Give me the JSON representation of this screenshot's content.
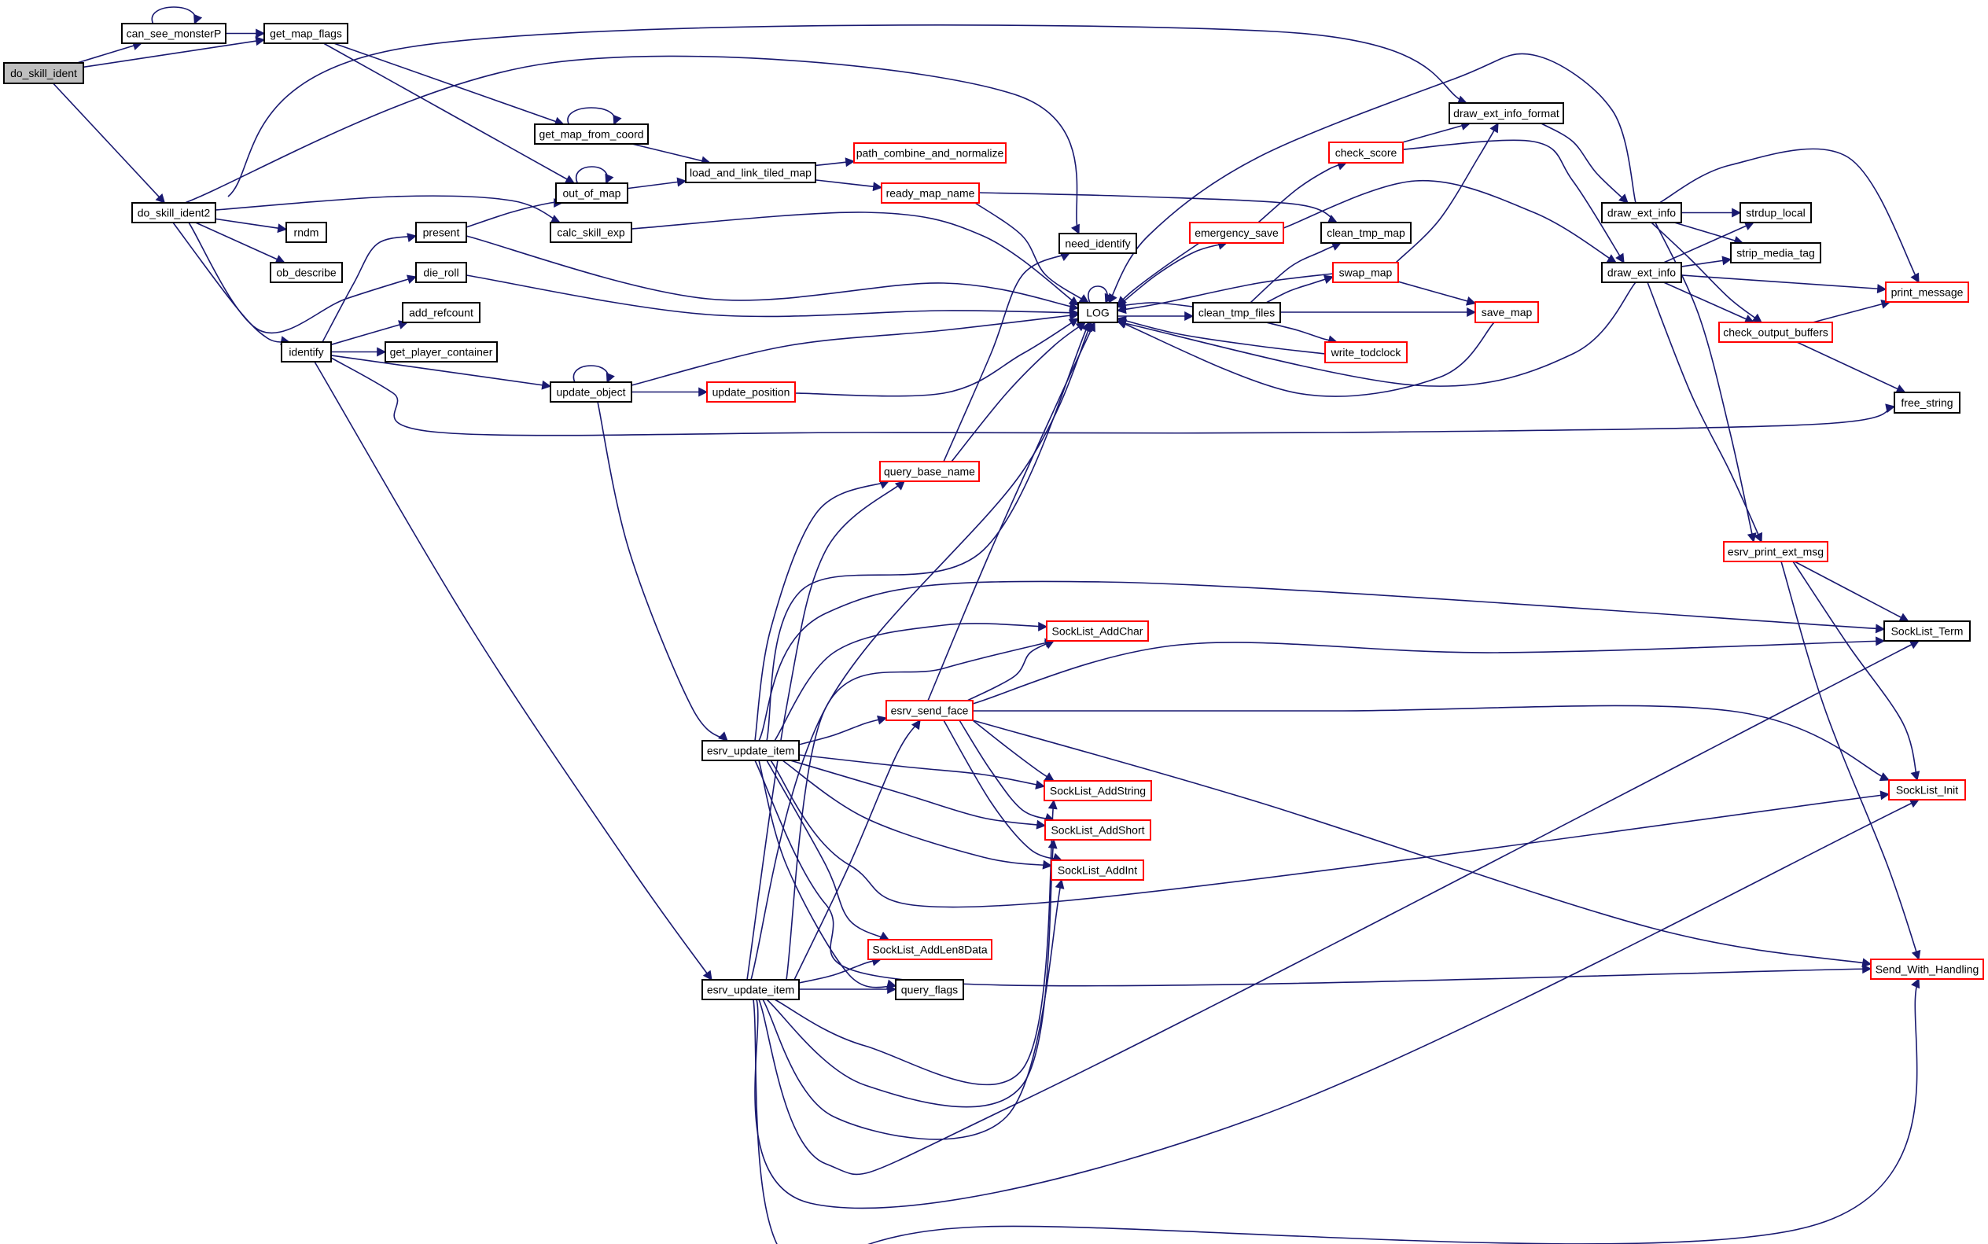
{
  "title": "do_skill_ident call graph",
  "colors": {
    "edge": "#191970",
    "node_border": "#000000",
    "node_border_truncated": "#ff0000",
    "root_fill": "#bfbfbf",
    "node_fill": "#ffffff"
  },
  "nodes": [
    {
      "id": "do_skill_ident",
      "label": "do_skill_ident",
      "root": true
    },
    {
      "id": "can_see_monsterP",
      "label": "can_see_monsterP"
    },
    {
      "id": "get_map_flags",
      "label": "get_map_flags"
    },
    {
      "id": "do_skill_ident2",
      "label": "do_skill_ident2"
    },
    {
      "id": "get_map_from_coord",
      "label": "get_map_from_coord"
    },
    {
      "id": "out_of_map",
      "label": "out_of_map"
    },
    {
      "id": "load_and_link_tiled_map",
      "label": "load_and_link_tiled_map"
    },
    {
      "id": "path_combine_and_normalize",
      "label": "path_combine_and_normalize",
      "truncated": true
    },
    {
      "id": "ready_map_name",
      "label": "ready_map_name",
      "truncated": true
    },
    {
      "id": "rndm",
      "label": "rndm"
    },
    {
      "id": "ob_describe",
      "label": "ob_describe"
    },
    {
      "id": "present",
      "label": "present"
    },
    {
      "id": "die_roll",
      "label": "die_roll"
    },
    {
      "id": "calc_skill_exp",
      "label": "calc_skill_exp"
    },
    {
      "id": "add_refcount",
      "label": "add_refcount"
    },
    {
      "id": "identify",
      "label": "identify"
    },
    {
      "id": "get_player_container",
      "label": "get_player_container"
    },
    {
      "id": "update_object",
      "label": "update_object"
    },
    {
      "id": "update_position",
      "label": "update_position",
      "truncated": true
    },
    {
      "id": "need_identify",
      "label": "need_identify"
    },
    {
      "id": "LOG",
      "label": "LOG"
    },
    {
      "id": "emergency_save",
      "label": "emergency_save",
      "truncated": true
    },
    {
      "id": "clean_tmp_files",
      "label": "clean_tmp_files"
    },
    {
      "id": "check_score",
      "label": "check_score",
      "truncated": true
    },
    {
      "id": "clean_tmp_map",
      "label": "clean_tmp_map"
    },
    {
      "id": "swap_map",
      "label": "swap_map",
      "truncated": true
    },
    {
      "id": "save_map",
      "label": "save_map",
      "truncated": true
    },
    {
      "id": "write_todclock",
      "label": "write_todclock",
      "truncated": true
    },
    {
      "id": "draw_ext_info_format",
      "label": "draw_ext_info_format"
    },
    {
      "id": "draw_ext_info_a",
      "label": "draw_ext_info"
    },
    {
      "id": "draw_ext_info_b",
      "label": "draw_ext_info"
    },
    {
      "id": "strdup_local",
      "label": "strdup_local"
    },
    {
      "id": "strip_media_tag",
      "label": "strip_media_tag"
    },
    {
      "id": "print_message",
      "label": "print_message",
      "truncated": true
    },
    {
      "id": "check_output_buffers",
      "label": "check_output_buffers",
      "truncated": true
    },
    {
      "id": "free_string",
      "label": "free_string"
    },
    {
      "id": "query_base_name",
      "label": "query_base_name",
      "truncated": true
    },
    {
      "id": "esrv_print_ext_msg",
      "label": "esrv_print_ext_msg",
      "truncated": true
    },
    {
      "id": "SockList_AddChar",
      "label": "SockList_AddChar",
      "truncated": true
    },
    {
      "id": "SockList_Term",
      "label": "SockList_Term"
    },
    {
      "id": "esrv_send_face",
      "label": "esrv_send_face",
      "truncated": true
    },
    {
      "id": "esrv_update_item_a",
      "label": "esrv_update_item"
    },
    {
      "id": "SockList_AddString",
      "label": "SockList_AddString",
      "truncated": true
    },
    {
      "id": "SockList_AddShort",
      "label": "SockList_AddShort",
      "truncated": true
    },
    {
      "id": "SockList_AddInt",
      "label": "SockList_AddInt",
      "truncated": true
    },
    {
      "id": "SockList_Init",
      "label": "SockList_Init",
      "truncated": true
    },
    {
      "id": "SockList_AddLen8Data",
      "label": "SockList_AddLen8Data",
      "truncated": true
    },
    {
      "id": "esrv_update_item_b",
      "label": "esrv_update_item"
    },
    {
      "id": "query_flags",
      "label": "query_flags"
    },
    {
      "id": "Send_With_Handling",
      "label": "Send_With_Handling",
      "truncated": true
    }
  ],
  "edges": [
    [
      "do_skill_ident",
      "can_see_monsterP"
    ],
    [
      "do_skill_ident",
      "get_map_flags"
    ],
    [
      "do_skill_ident",
      "do_skill_ident2"
    ],
    [
      "can_see_monsterP",
      "can_see_monsterP"
    ],
    [
      "can_see_monsterP",
      "get_map_flags"
    ],
    [
      "get_map_flags",
      "get_map_from_coord"
    ],
    [
      "get_map_flags",
      "out_of_map"
    ],
    [
      "get_map_from_coord",
      "get_map_from_coord"
    ],
    [
      "get_map_from_coord",
      "load_and_link_tiled_map"
    ],
    [
      "out_of_map",
      "out_of_map"
    ],
    [
      "out_of_map",
      "load_and_link_tiled_map"
    ],
    [
      "load_and_link_tiled_map",
      "path_combine_and_normalize"
    ],
    [
      "load_and_link_tiled_map",
      "ready_map_name"
    ],
    [
      "ready_map_name",
      "LOG"
    ],
    [
      "ready_map_name",
      "clean_tmp_map"
    ],
    [
      "do_skill_ident2",
      "draw_ext_info_format"
    ],
    [
      "do_skill_ident2",
      "need_identify"
    ],
    [
      "do_skill_ident2",
      "calc_skill_exp"
    ],
    [
      "do_skill_ident2",
      "rndm"
    ],
    [
      "do_skill_ident2",
      "ob_describe"
    ],
    [
      "do_skill_ident2",
      "die_roll"
    ],
    [
      "do_skill_ident2",
      "identify"
    ],
    [
      "present",
      "out_of_map"
    ],
    [
      "present",
      "LOG"
    ],
    [
      "die_roll",
      "LOG"
    ],
    [
      "calc_skill_exp",
      "LOG"
    ],
    [
      "identify",
      "present"
    ],
    [
      "identify",
      "add_refcount"
    ],
    [
      "identify",
      "get_player_container"
    ],
    [
      "identify",
      "update_object"
    ],
    [
      "identify",
      "free_string"
    ],
    [
      "identify",
      "esrv_update_item_b"
    ],
    [
      "update_object",
      "update_object"
    ],
    [
      "update_object",
      "update_position"
    ],
    [
      "update_object",
      "LOG"
    ],
    [
      "update_object",
      "esrv_update_item_a"
    ],
    [
      "update_position",
      "LOG"
    ],
    [
      "LOG",
      "LOG"
    ],
    [
      "LOG",
      "emergency_save"
    ],
    [
      "LOG",
      "clean_tmp_files"
    ],
    [
      "emergency_save",
      "LOG"
    ],
    [
      "emergency_save",
      "check_score"
    ],
    [
      "emergency_save",
      "draw_ext_info_b"
    ],
    [
      "clean_tmp_files",
      "LOG"
    ],
    [
      "clean_tmp_files",
      "clean_tmp_map"
    ],
    [
      "clean_tmp_files",
      "swap_map"
    ],
    [
      "clean_tmp_files",
      "save_map"
    ],
    [
      "clean_tmp_files",
      "write_todclock"
    ],
    [
      "check_score",
      "draw_ext_info_format"
    ],
    [
      "check_score",
      "draw_ext_info_b"
    ],
    [
      "swap_map",
      "LOG"
    ],
    [
      "swap_map",
      "save_map"
    ],
    [
      "swap_map",
      "draw_ext_info_format"
    ],
    [
      "save_map",
      "LOG"
    ],
    [
      "write_todclock",
      "LOG"
    ],
    [
      "draw_ext_info_format",
      "draw_ext_info_a"
    ],
    [
      "draw_ext_info_a",
      "LOG"
    ],
    [
      "draw_ext_info_a",
      "strdup_local"
    ],
    [
      "draw_ext_info_a",
      "strip_media_tag"
    ],
    [
      "draw_ext_info_a",
      "print_message"
    ],
    [
      "draw_ext_info_a",
      "check_output_buffers"
    ],
    [
      "draw_ext_info_a",
      "esrv_print_ext_msg"
    ],
    [
      "draw_ext_info_b",
      "strdup_local"
    ],
    [
      "draw_ext_info_b",
      "strip_media_tag"
    ],
    [
      "draw_ext_info_b",
      "print_message"
    ],
    [
      "draw_ext_info_b",
      "check_output_buffers"
    ],
    [
      "draw_ext_info_b",
      "esrv_print_ext_msg"
    ],
    [
      "draw_ext_info_b",
      "LOG"
    ],
    [
      "check_output_buffers",
      "print_message"
    ],
    [
      "check_output_buffers",
      "free_string"
    ],
    [
      "esrv_print_ext_msg",
      "SockList_Term"
    ],
    [
      "esrv_print_ext_msg",
      "SockList_Init"
    ],
    [
      "esrv_print_ext_msg",
      "Send_With_Handling"
    ],
    [
      "query_base_name",
      "need_identify"
    ],
    [
      "query_base_name",
      "LOG"
    ],
    [
      "esrv_send_face",
      "LOG"
    ],
    [
      "esrv_send_face",
      "SockList_AddChar"
    ],
    [
      "esrv_send_face",
      "SockList_Term"
    ],
    [
      "esrv_send_face",
      "SockList_Init"
    ],
    [
      "esrv_send_face",
      "SockList_AddString"
    ],
    [
      "esrv_send_face",
      "SockList_AddShort"
    ],
    [
      "esrv_send_face",
      "SockList_AddInt"
    ],
    [
      "esrv_send_face",
      "Send_With_Handling"
    ],
    [
      "esrv_update_item_a",
      "query_base_name"
    ],
    [
      "esrv_update_item_a",
      "LOG"
    ],
    [
      "esrv_update_item_a",
      "SockList_AddChar"
    ],
    [
      "esrv_update_item_a",
      "SockList_Term"
    ],
    [
      "esrv_update_item_a",
      "esrv_send_face"
    ],
    [
      "esrv_update_item_a",
      "SockList_AddString"
    ],
    [
      "esrv_update_item_a",
      "SockList_AddShort"
    ],
    [
      "esrv_update_item_a",
      "SockList_AddInt"
    ],
    [
      "esrv_update_item_a",
      "SockList_Init"
    ],
    [
      "esrv_update_item_a",
      "SockList_AddLen8Data"
    ],
    [
      "esrv_update_item_a",
      "query_flags"
    ],
    [
      "esrv_update_item_a",
      "Send_With_Handling"
    ],
    [
      "esrv_update_item_b",
      "query_base_name"
    ],
    [
      "esrv_update_item_b",
      "LOG"
    ],
    [
      "esrv_update_item_b",
      "SockList_AddChar"
    ],
    [
      "esrv_update_item_b",
      "esrv_send_face"
    ],
    [
      "esrv_update_item_b",
      "SockList_AddLen8Data"
    ],
    [
      "esrv_update_item_b",
      "query_flags"
    ],
    [
      "esrv_update_item_b",
      "SockList_AddString"
    ],
    [
      "esrv_update_item_b",
      "SockList_AddShort"
    ],
    [
      "esrv_update_item_b",
      "SockList_AddInt"
    ],
    [
      "esrv_update_item_b",
      "SockList_Term"
    ],
    [
      "esrv_update_item_b",
      "SockList_Init"
    ],
    [
      "esrv_update_item_b",
      "Send_With_Handling"
    ]
  ]
}
